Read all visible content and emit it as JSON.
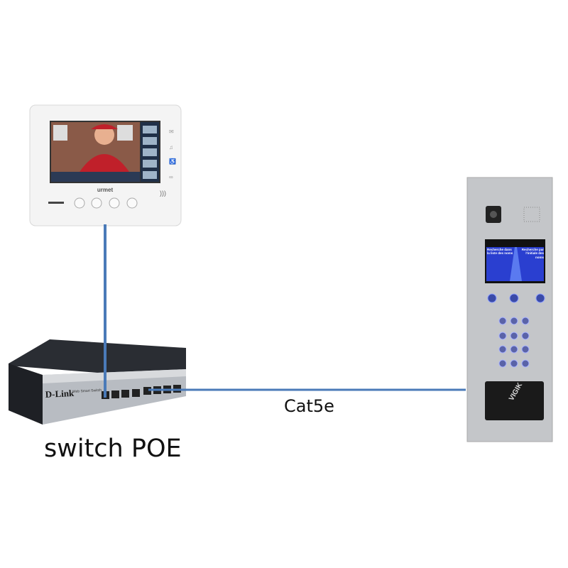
{
  "labels": {
    "switch": "switch POE",
    "cable": "Cat5e"
  },
  "devices": {
    "monitor": {
      "brand": "urmet"
    },
    "switch": {
      "brand": "D-Link",
      "subtitle": "Web Smart Switch"
    },
    "door_panel": {
      "screen_left": "Recherche dans la liste des noms",
      "screen_right": "Recherche par l'initiale des noms",
      "badge_reader": "VIGIK"
    }
  },
  "colors": {
    "cable": "#4a7ab8",
    "panel_screen": "#2a3fd0"
  }
}
